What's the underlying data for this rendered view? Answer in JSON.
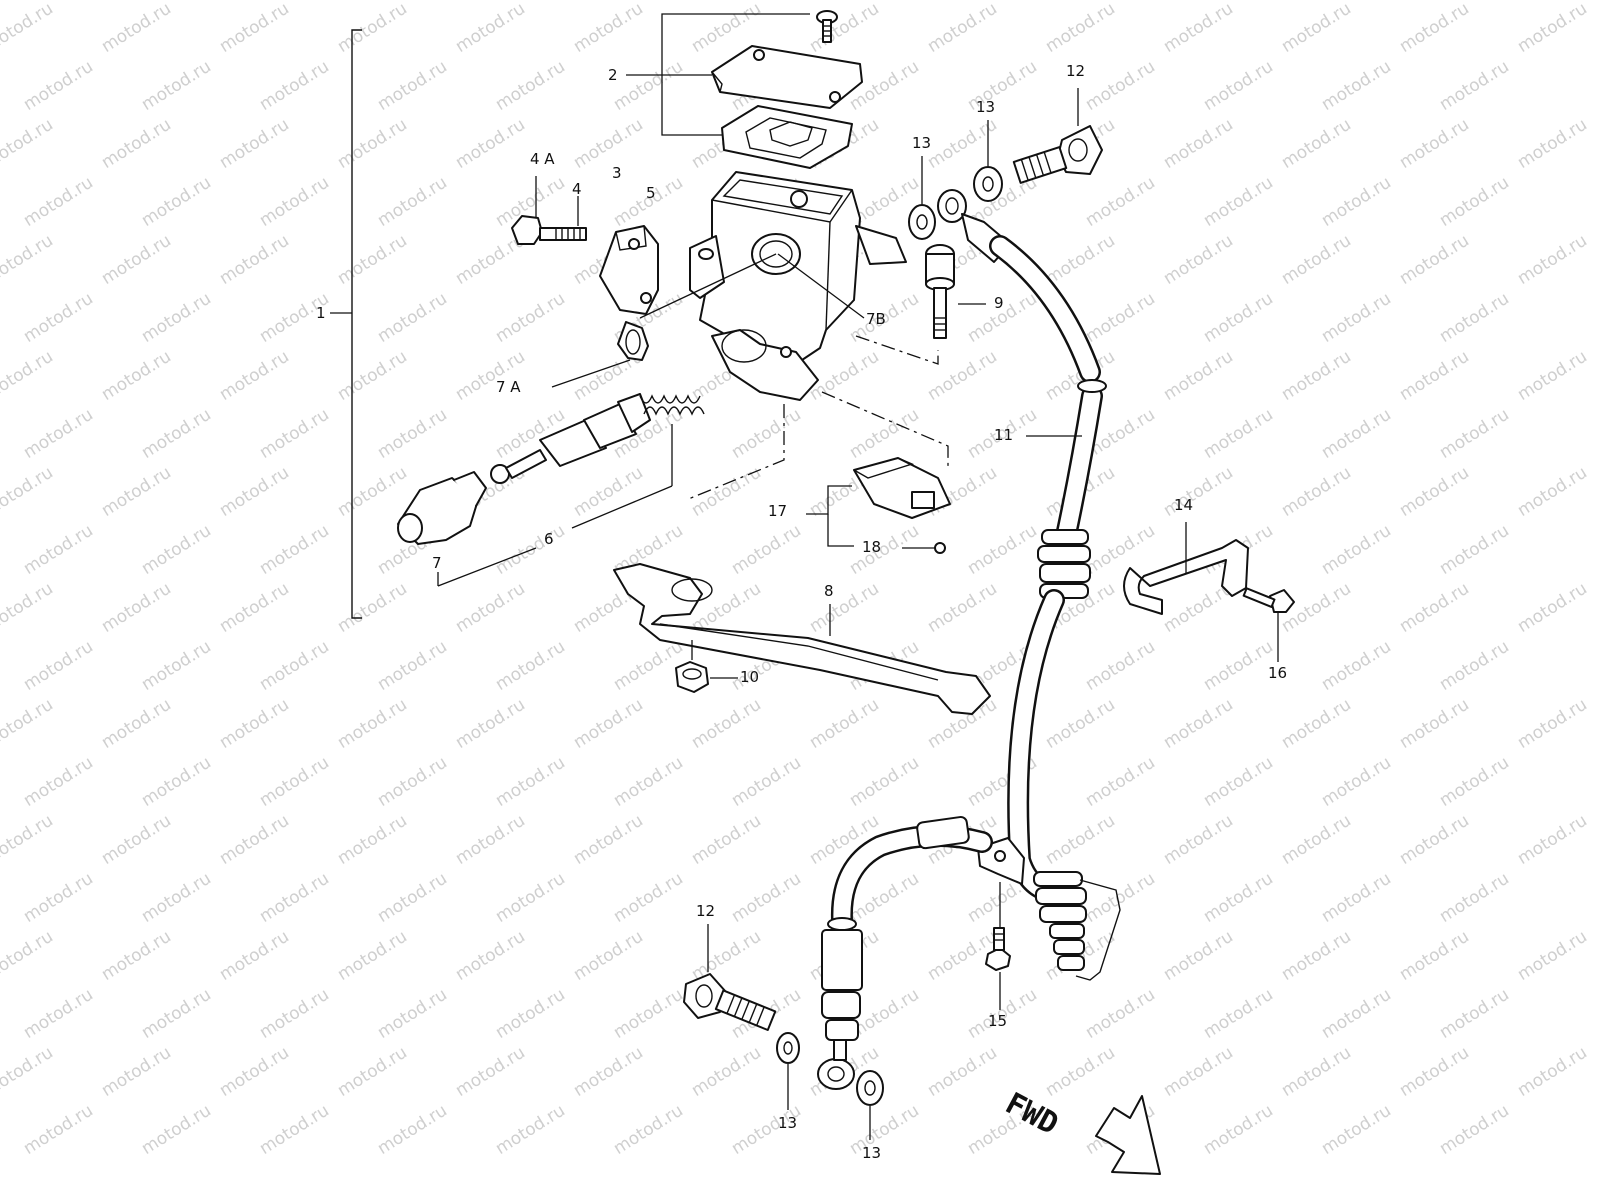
{
  "watermark": "motod.ru",
  "direction_arrow": {
    "text": "FWD"
  },
  "callouts": [
    {
      "id": "1",
      "text": "1"
    },
    {
      "id": "2",
      "text": "2"
    },
    {
      "id": "3",
      "text": "3"
    },
    {
      "id": "4A",
      "text": "4 A"
    },
    {
      "id": "4",
      "text": "4"
    },
    {
      "id": "5",
      "text": "5"
    },
    {
      "id": "6",
      "text": "6"
    },
    {
      "id": "7",
      "text": "7"
    },
    {
      "id": "7A",
      "text": "7 A"
    },
    {
      "id": "7B",
      "text": "7B"
    },
    {
      "id": "8",
      "text": "8"
    },
    {
      "id": "9",
      "text": "9"
    },
    {
      "id": "10",
      "text": "10"
    },
    {
      "id": "11",
      "text": "11"
    },
    {
      "id": "12a",
      "text": "12"
    },
    {
      "id": "12b",
      "text": "12"
    },
    {
      "id": "13a",
      "text": "13"
    },
    {
      "id": "13b",
      "text": "13"
    },
    {
      "id": "13c",
      "text": "13"
    },
    {
      "id": "13d",
      "text": "13"
    },
    {
      "id": "14",
      "text": "14"
    },
    {
      "id": "15",
      "text": "15"
    },
    {
      "id": "16",
      "text": "16"
    },
    {
      "id": "17",
      "text": "17"
    },
    {
      "id": "18",
      "text": "18"
    }
  ]
}
